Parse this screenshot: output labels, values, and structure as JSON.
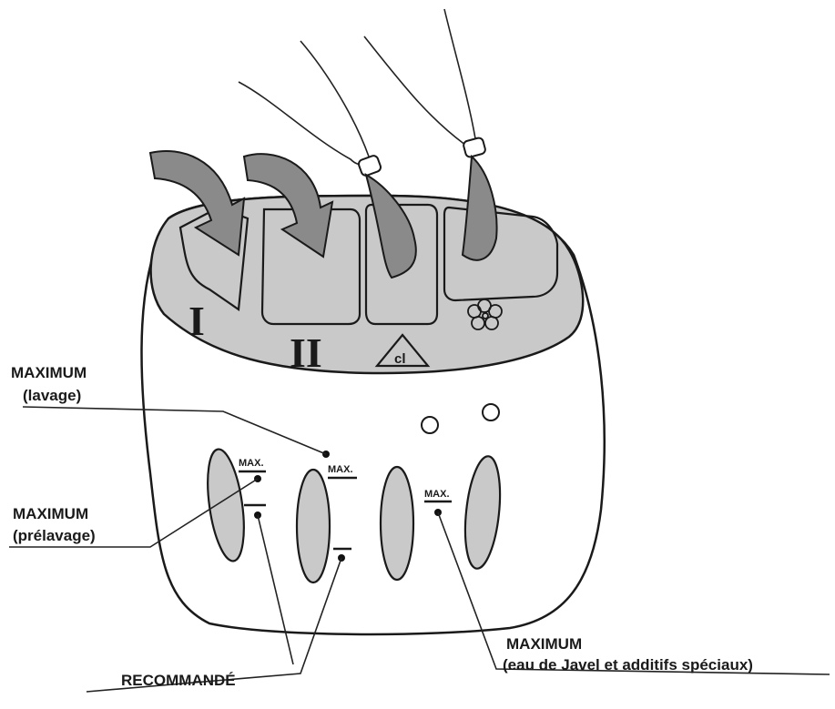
{
  "compartments": {
    "prewash": "I",
    "wash": "II",
    "bleach_symbol": "cl"
  },
  "markers": {
    "max_prewash": "MAX.",
    "max_wash": "MAX.",
    "max_bleach": "MAX."
  },
  "callouts": {
    "max_wash": {
      "line1": "MAXIMUM",
      "line2": "(lavage)"
    },
    "max_prewash": {
      "line1": "MAXIMUM",
      "line2": "(prélavage)"
    },
    "recommended": "RECOMMANDÉ",
    "max_bleach": {
      "line1": "MAXIMUM",
      "line2": "(eau de Javel et additifs spéciaux)"
    }
  },
  "icons": {
    "softener": "flower-icon",
    "bleach": "bleach-triangle-icon"
  },
  "colors": {
    "fill_gray": "#c9c9c9",
    "dark_gray": "#8a8a8a",
    "line": "#222222"
  }
}
